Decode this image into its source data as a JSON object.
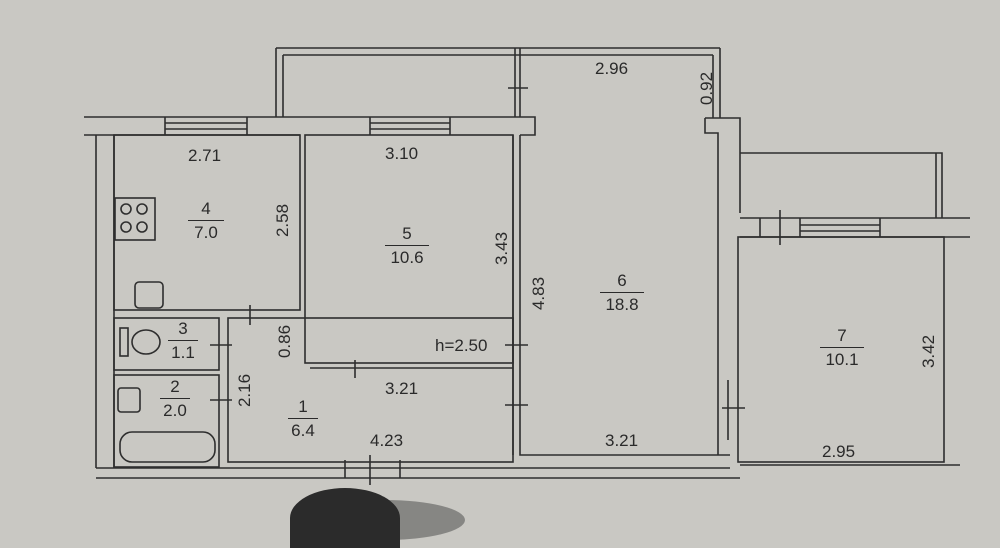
{
  "plan": {
    "ceiling_height": "h=2.50",
    "rooms": [
      {
        "id": "1",
        "area": "6.4",
        "type": "hallway"
      },
      {
        "id": "2",
        "area": "2.0",
        "type": "bathroom"
      },
      {
        "id": "3",
        "area": "1.1",
        "type": "toilet"
      },
      {
        "id": "4",
        "area": "7.0",
        "type": "kitchen"
      },
      {
        "id": "5",
        "area": "10.6",
        "type": "room"
      },
      {
        "id": "6",
        "area": "18.8",
        "type": "room"
      },
      {
        "id": "7",
        "area": "10.1",
        "type": "room"
      }
    ],
    "dimensions": {
      "kitchen_width": "2.71",
      "kitchen_depth": "2.58",
      "room5_width": "3.10",
      "room5_depth": "3.43",
      "room5_bottom": "3.21",
      "hall_corridor": "0.86",
      "hall_height": "2.16",
      "hall_width": "4.23",
      "room6_depth": "4.83",
      "room6_bottom": "3.21",
      "balcony_width": "2.96",
      "balcony_depth": "0.92",
      "room7_depth": "3.42",
      "room7_width": "2.95"
    }
  }
}
